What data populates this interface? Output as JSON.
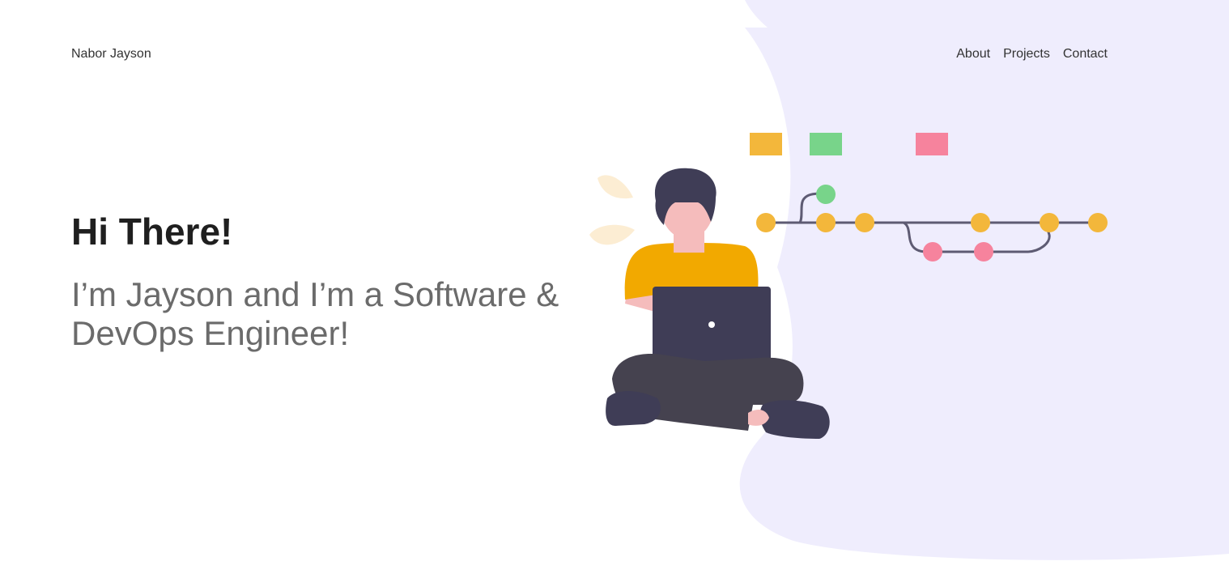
{
  "navbar": {
    "brand": "Nabor Jayson",
    "links": [
      {
        "label": "About"
      },
      {
        "label": "Projects"
      },
      {
        "label": "Contact"
      }
    ]
  },
  "hero": {
    "title": "Hi There!",
    "subtitle": "I’m Jayson and I’m a Software & DevOps Engineer!"
  },
  "colors": {
    "background_blob": "#efedfd",
    "title_text": "#1f1f1f",
    "subtitle_text": "#6b6b6b",
    "accent_yellow": "#f3b73b",
    "accent_green": "#78d48a",
    "accent_pink": "#f6839d",
    "git_line": "#5e5b73",
    "shirt": "#f2a900",
    "laptop": "#3f3d56"
  },
  "illustration": {
    "icon": "developer-git-workflow-illustration"
  }
}
